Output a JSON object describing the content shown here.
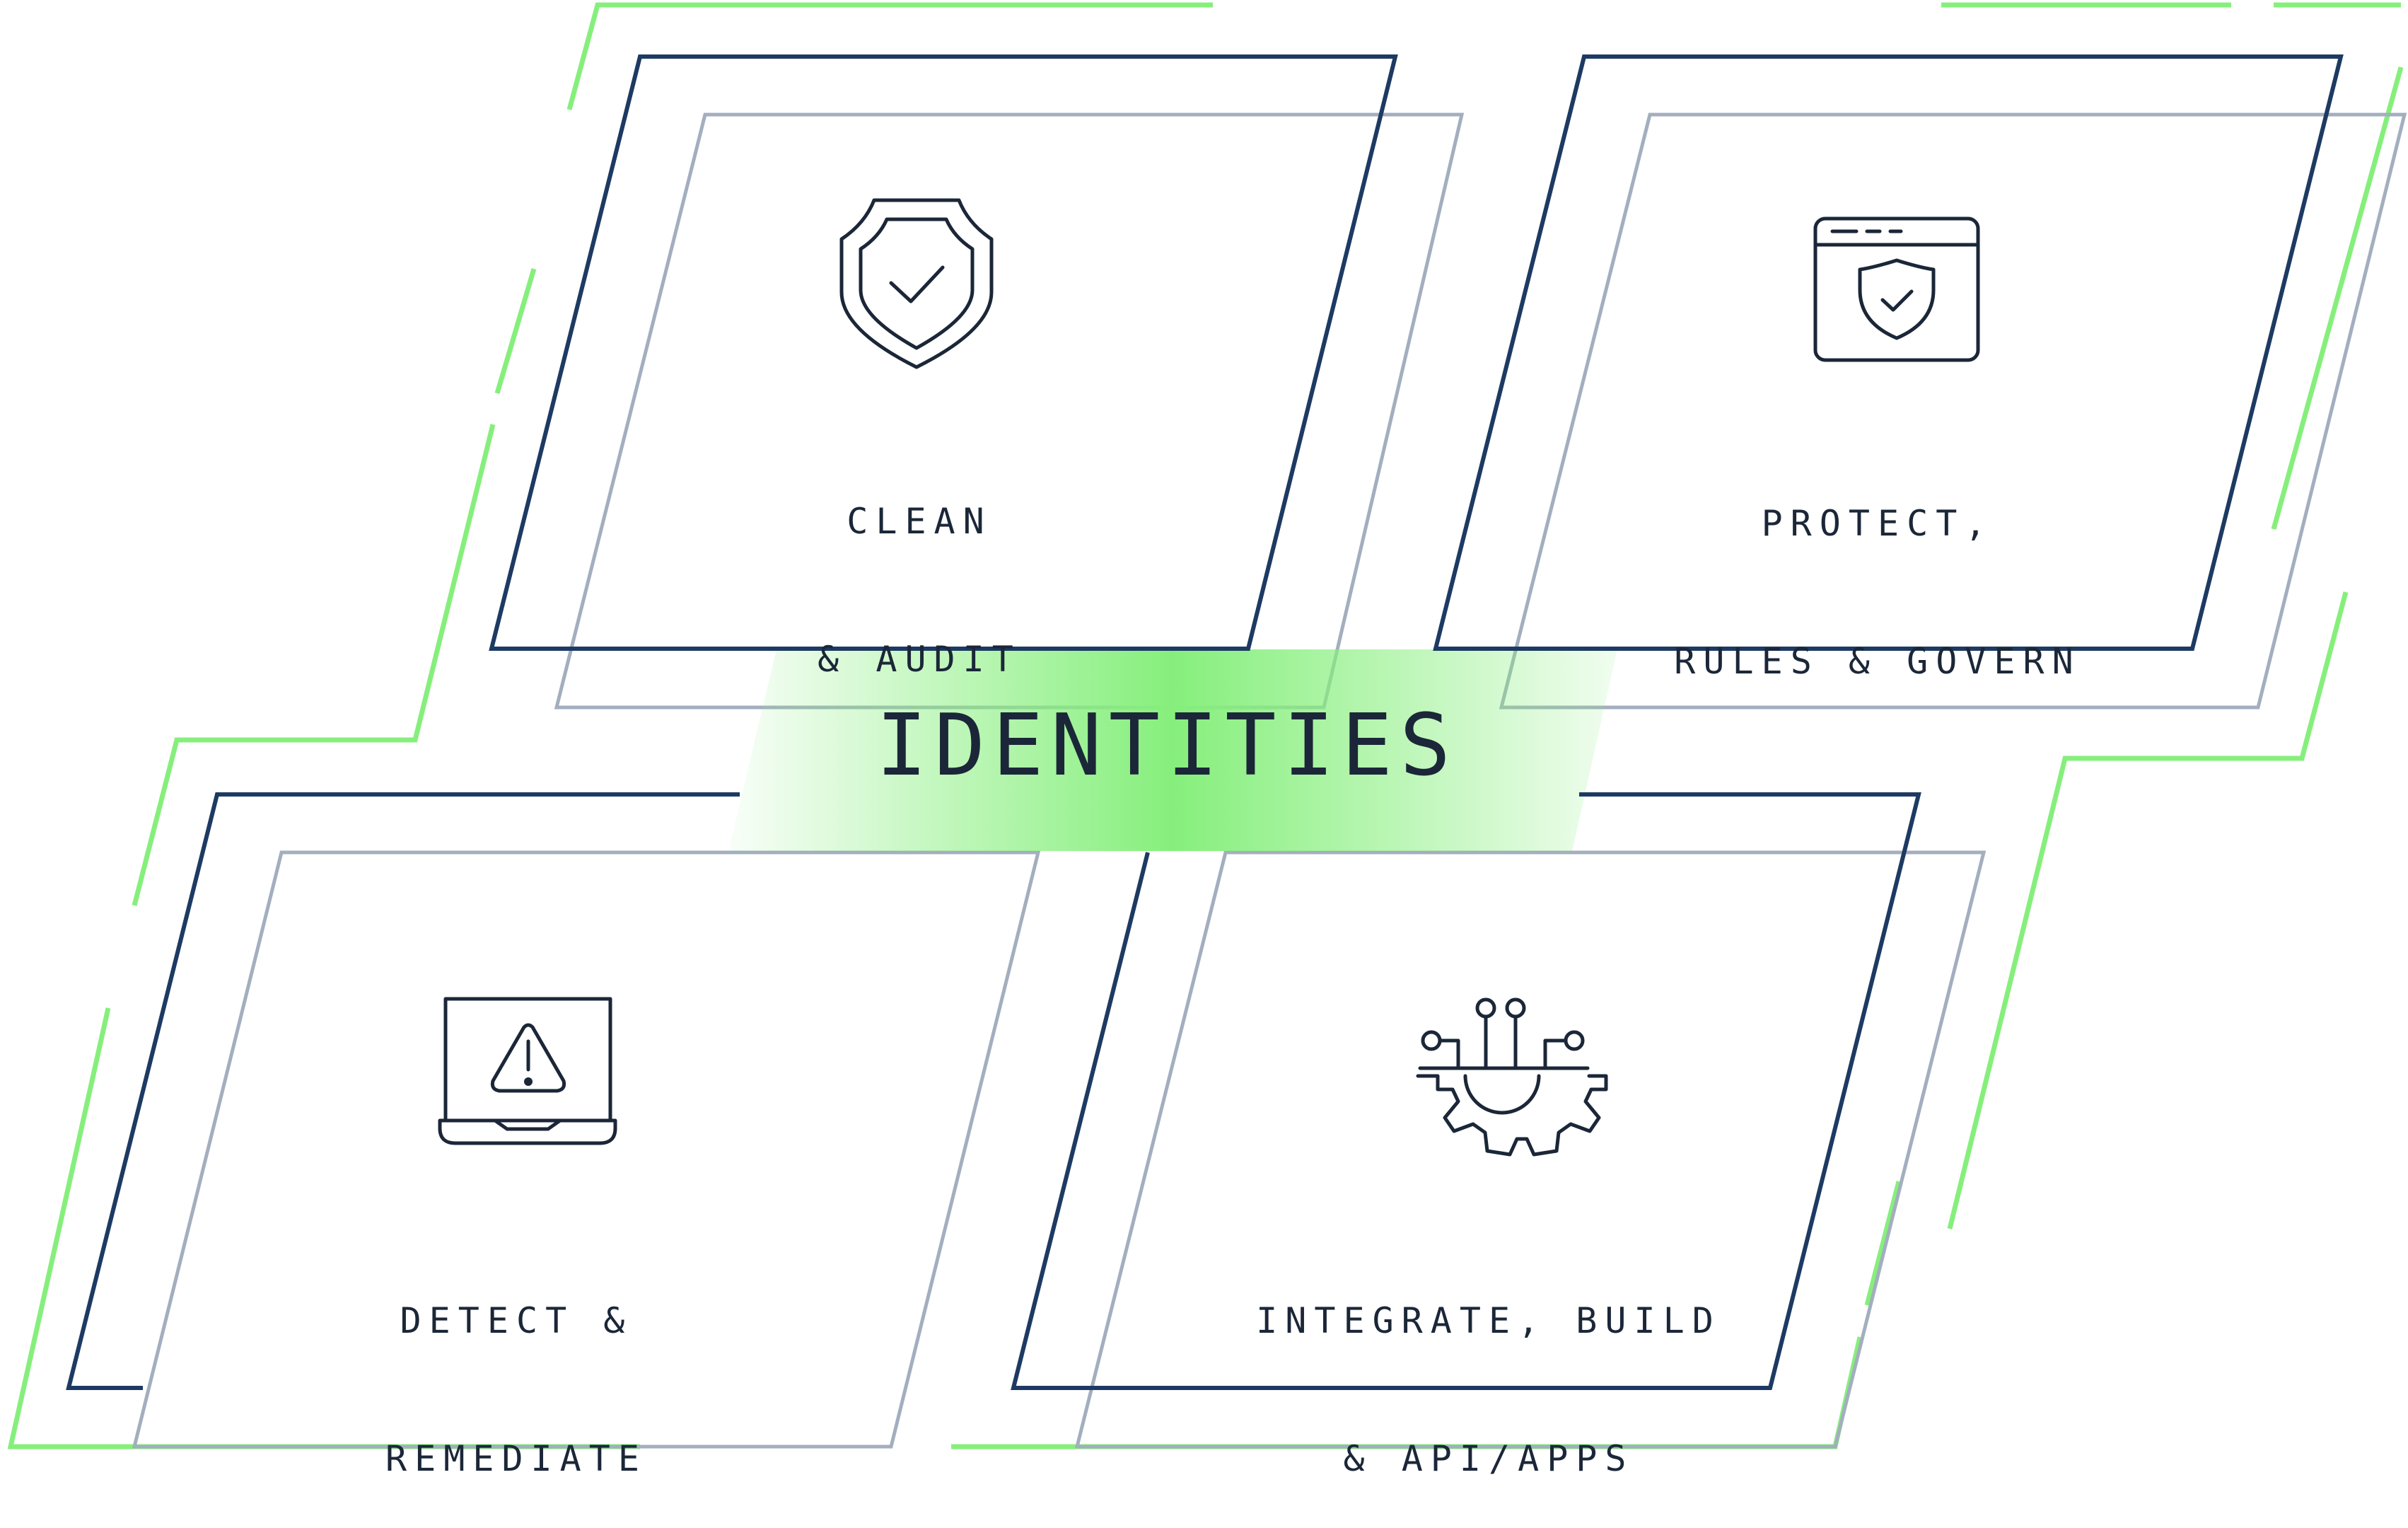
{
  "banner": {
    "title": "IDENTITIES"
  },
  "cards": [
    {
      "id": "clean-audit",
      "icon": "shield-check-icon",
      "line1": "CLEAN",
      "line2": "& AUDIT"
    },
    {
      "id": "protect-rules-govern",
      "icon": "browser-shield-icon",
      "line1": "PROTECT,",
      "line2": "RULES & GOVERN"
    },
    {
      "id": "detect-remediate",
      "icon": "laptop-alert-icon",
      "line1": "DETECT &",
      "line2": "REMEDIATE"
    },
    {
      "id": "integrate-build",
      "icon": "gear-circuit-icon",
      "line1": "INTEGRATE, BUILD",
      "line2": "& API/APPS"
    }
  ],
  "colors": {
    "navy": "#1d3a62",
    "gray": "#a3aebe",
    "green": "#86ef7c",
    "text": "#1b2738"
  }
}
